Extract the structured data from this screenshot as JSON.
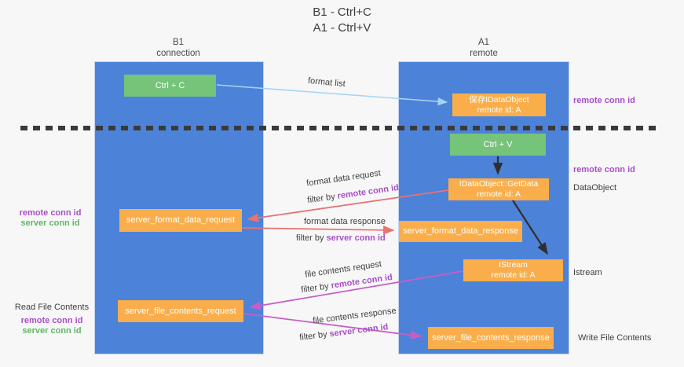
{
  "colors": {
    "background": "#f7f7f8",
    "column_blue": "#4d82d9",
    "box_green": "#76c37a",
    "box_orange": "#f9ae4b",
    "arrow_light_blue": "#a6d3f2",
    "arrow_red": "#e87372",
    "arrow_magenta": "#c95dc5",
    "arrow_black": "#2f2f2f",
    "text_purple": "#a84fc8",
    "text_green": "#5eb763",
    "dashed_divider": "#3a3a3a"
  },
  "title": {
    "line1": "B1 - Ctrl+C",
    "line2": "A1 - Ctrl+V"
  },
  "columns": {
    "left": {
      "title": "B1",
      "subtitle": "connection"
    },
    "right": {
      "title": "A1",
      "subtitle": "remote"
    }
  },
  "boxes": {
    "ctrl_c": {
      "label": "Ctrl + C"
    },
    "save_dataobject": {
      "line1": "保存IDataObject",
      "line2": "remote id: A"
    },
    "ctrl_v": {
      "label": "Ctrl + V"
    },
    "getdata": {
      "line1": "IDataObject::GetData",
      "line2": "remote id: A"
    },
    "istream": {
      "line1": "IStream",
      "line2": "remote id: A"
    },
    "format_request": {
      "label": "server_format_data_request"
    },
    "format_response": {
      "label": "server_format_data_response"
    },
    "file_request": {
      "label": "server_file_contents_request"
    },
    "file_response": {
      "label": "server_file_contents_response"
    }
  },
  "labels": {
    "format_list": "format list",
    "format_data_request": "format data request",
    "format_data_response": "format data response",
    "file_contents_request": "file contents request",
    "file_contents_response": "file contents response",
    "filter_by": "filter by",
    "remote_conn_id": "remote conn id",
    "server_conn_id": "server conn id",
    "dataobject": "DataObject",
    "istream": "Istream",
    "read_file_contents": "Read File Contents",
    "write_file_contents": "Write File Contents"
  }
}
